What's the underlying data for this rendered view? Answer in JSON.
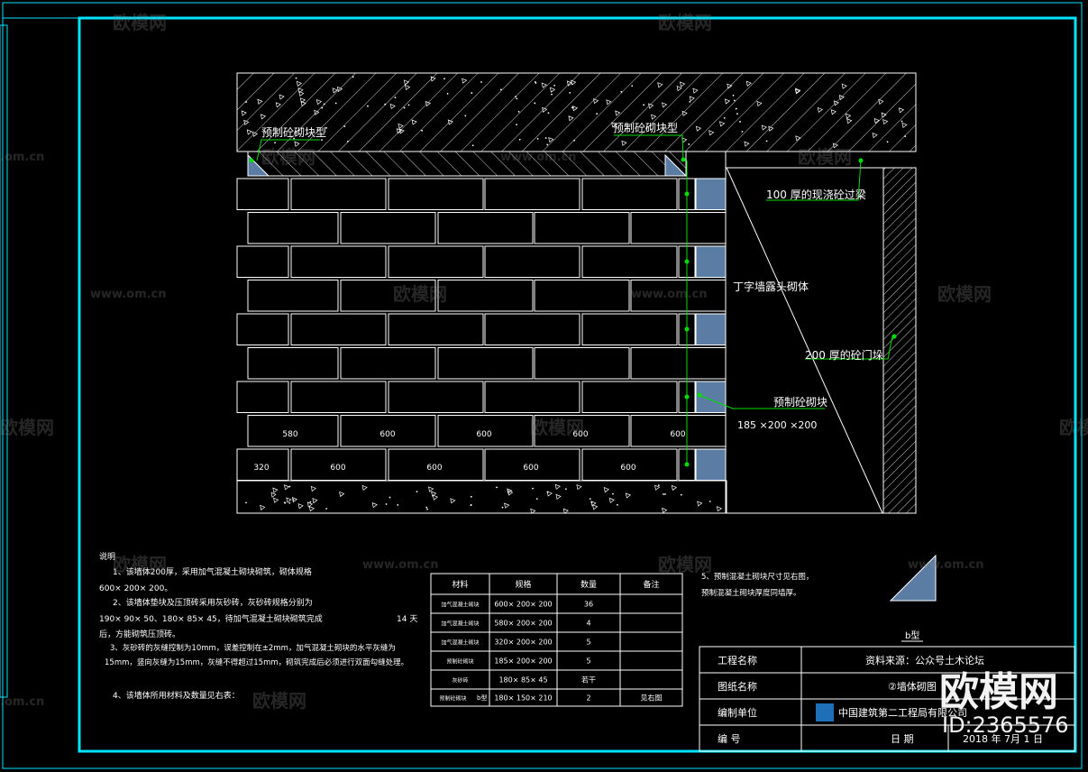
{
  "labels": {
    "precast_mold_left": "预制砼砌块型",
    "precast_mold_right": "预制砼砌块型",
    "lintel": "100  厚的现浇砼过梁",
    "t_wall": "丁字墙露头砌体",
    "door_jamb": "200  厚的砼门垛",
    "precast_block": "预制砼砌块",
    "precast_block_size": "185  ×200  ×200"
  },
  "dimensions": {
    "row1": [
      "580",
      "600",
      "600",
      "600",
      "600"
    ],
    "row2": [
      "320",
      "600",
      "600",
      "600",
      "600"
    ]
  },
  "notes": {
    "title": "说明",
    "lines": [
      "1、该墙体200厚，采用加气混凝土砌块砌筑，砌体规格",
      "600× 200× 200。",
      "2、该墙体垫块及压顶砖采用灰砂砖，灰砂砖规格分别为",
      "190× 90× 50、180× 85× 45，待加气混凝土砌块砌筑完成",
      "14 天",
      "后，方能砌筑压顶砖。",
      "3、灰砂砖的灰缝控制为10mm，误差控制在±2mm，加气混凝土砌块的水平灰缝为",
      "15mm，竖向灰缝为15mm，灰缝不得超过15mm，砌筑完成后必须进行双面勾缝处理。",
      "4、该墙体所用材料及数量见右表："
    ],
    "note5": "5、预制混凝土砌块尺寸见右图，",
    "note5b": "预制混凝土砌块厚度同墙厚。"
  },
  "table": {
    "headers": [
      "材料",
      "规格",
      "数量",
      "备注"
    ],
    "rows": [
      [
        "加气混凝土砌块",
        "600× 200× 200",
        "36",
        ""
      ],
      [
        "加气混凝土砌块",
        "580× 200× 200",
        "4",
        ""
      ],
      [
        "加气混凝土砌块",
        "320× 200× 200",
        "5",
        ""
      ],
      [
        "预制砼砌块",
        "185× 200× 200",
        "5",
        ""
      ],
      [
        "灰砂砖",
        "180× 85× 45",
        "若干",
        ""
      ],
      [
        "预制砼砌块",
        "180× 150× 210",
        "2",
        "见右图"
      ]
    ],
    "row6_type": "b型"
  },
  "detail": {
    "label": "b型"
  },
  "title_block": {
    "project_name_label": "工程名称",
    "project_name_value": "资料来源：公众号土木论坛",
    "drawing_name_label": "图纸名称",
    "drawing_name_value": "②墙体砌图",
    "org_label": "编制单位",
    "org_value": "中国建筑第二工程局有限公司",
    "number_label": "编      号",
    "date_label": "日      期",
    "date_value": "2018 年 7月 1 日"
  },
  "watermark": {
    "brand": "欧模网",
    "url": "www.om.cn",
    "id": "ID:2365576",
    "side": ".om.cn"
  },
  "colors": {
    "frame": "#00e5ff",
    "leader": "#00e000",
    "precast": "#5b7da3",
    "line": "#ffffff",
    "background": "#000000"
  }
}
